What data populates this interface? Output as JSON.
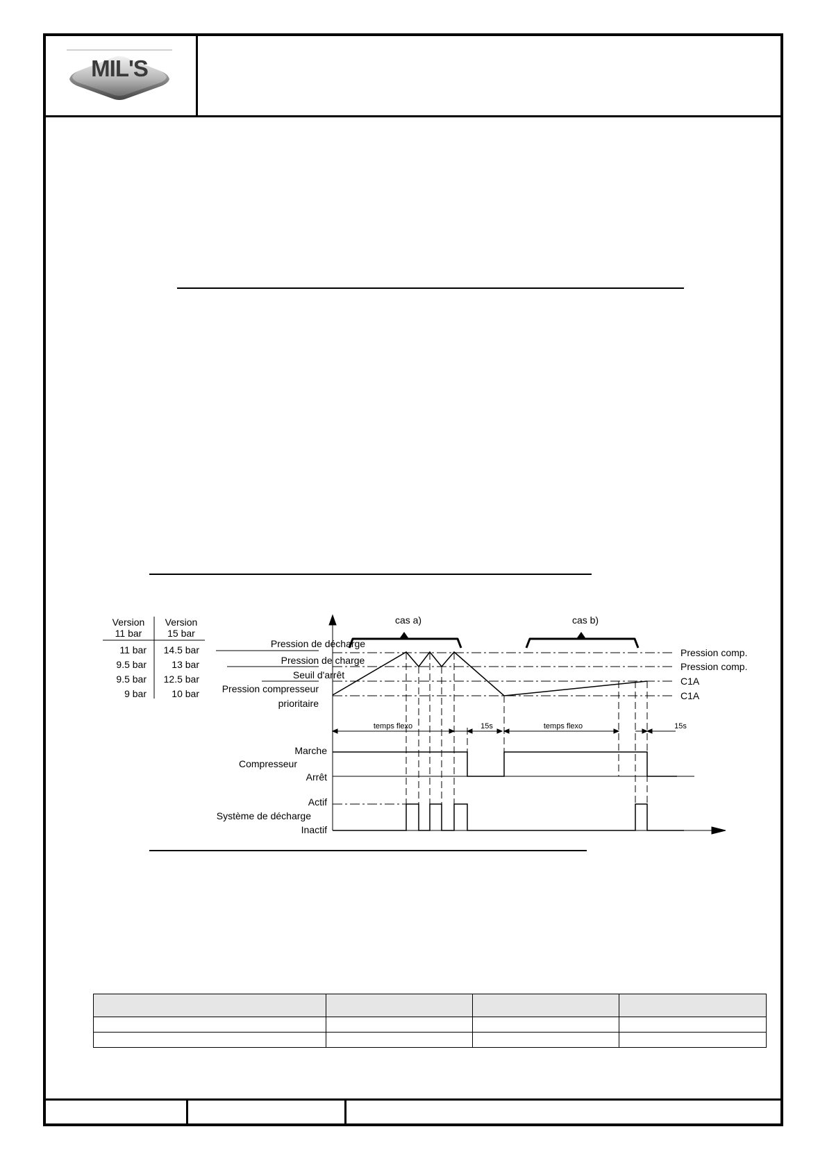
{
  "header": {
    "logo_text": "MIL'S",
    "logo_name": "mils-logo"
  },
  "diagram": {
    "version_table": {
      "headers": [
        [
          "Version",
          "11 bar"
        ],
        [
          "Version",
          "15 bar"
        ]
      ],
      "rows": [
        [
          "11 bar",
          "14.5 bar"
        ],
        [
          "9.5 bar",
          "13 bar"
        ],
        [
          "9.5 bar",
          "12.5 bar"
        ],
        [
          "9 bar",
          "10 bar"
        ]
      ]
    },
    "level_labels": [
      "Pression de décharge",
      "Pression de charge",
      "Seuil d'arrêt",
      "Pression compresseur",
      "prioritaire"
    ],
    "right_labels": [
      "Pression comp.",
      "Pression comp.",
      "C1A",
      "C1A"
    ],
    "cases": [
      "cas a)",
      "cas b)"
    ],
    "timing_labels": [
      "temps flexo",
      "15s",
      "temps flexo",
      "15s"
    ],
    "compressor": {
      "label": "Compresseur",
      "on": "Marche",
      "off": "Arrêt"
    },
    "unload": {
      "label": "Système de décharge",
      "on": "Actif",
      "off": "Inactif"
    }
  },
  "table": {
    "columns": 4,
    "body_rows": 2
  }
}
